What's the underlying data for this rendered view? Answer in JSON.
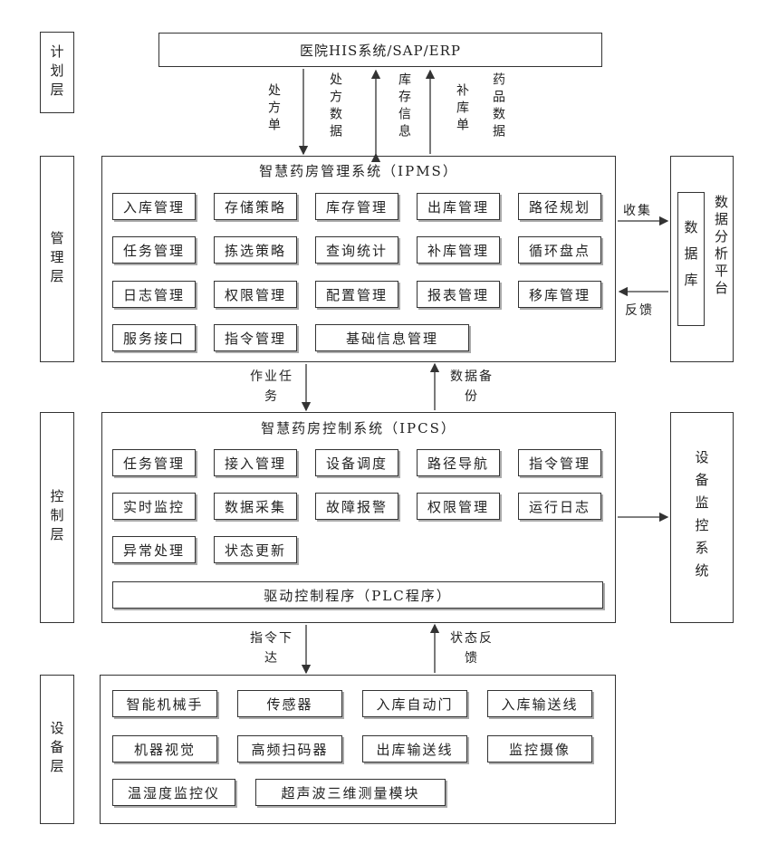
{
  "layers": {
    "plan": "计划层",
    "management": "管理层",
    "control": "控制层",
    "device": "设备层"
  },
  "erp": {
    "title": "医院HIS系统/SAP/ERP"
  },
  "flows_erp": [
    "处方单",
    "处方数据",
    "库存信息",
    "补库单",
    "药品数据"
  ],
  "ipms": {
    "title": "智慧药房管理系统（IPMS）",
    "rows": [
      [
        "入库管理",
        "存储策略",
        "库存管理",
        "出库管理",
        "路径规划"
      ],
      [
        "任务管理",
        "拣选策略",
        "查询统计",
        "补库管理",
        "循环盘点"
      ],
      [
        "日志管理",
        "权限管理",
        "配置管理",
        "报表管理",
        "移库管理"
      ],
      [
        "服务接口",
        "指令管理",
        "基础信息管理"
      ]
    ]
  },
  "analysis": {
    "platform": "数据分析平台",
    "db": "数据库",
    "collect": "收集",
    "feedback": "反馈"
  },
  "mid_flows": {
    "task": "作业任务",
    "backup": "数据备份"
  },
  "ipcs": {
    "title": "智慧药房控制系统（IPCS）",
    "rows": [
      [
        "任务管理",
        "接入管理",
        "设备调度",
        "路径导航",
        "指令管理"
      ],
      [
        "实时监控",
        "数据采集",
        "故障报警",
        "权限管理",
        "运行日志"
      ],
      [
        "异常处理",
        "状态更新"
      ]
    ],
    "plc": "驱动控制程序（PLC程序）"
  },
  "monitor": {
    "title": "设备监控系统"
  },
  "low_flows": {
    "cmd": "指令下达",
    "status": "状态反馈"
  },
  "devices": {
    "rows": [
      [
        "智能机械手",
        "传感器",
        "入库自动门",
        "入库输送线"
      ],
      [
        "机器视觉",
        "高频扫码器",
        "出库输送线",
        "监控摄像"
      ],
      [
        "温湿度监控仪",
        "超声波三维测量模块"
      ]
    ]
  }
}
